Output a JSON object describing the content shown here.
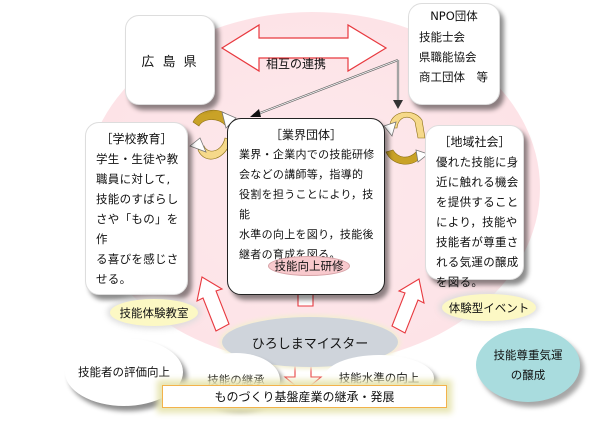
{
  "diagram": {
    "prefecture": {
      "label": "広 島 県"
    },
    "npo": {
      "title": "NPO団体",
      "lines": [
        "技能士会",
        "県職能協会",
        "商工団体　等"
      ]
    },
    "mutual_link": {
      "label": "相互の連携"
    },
    "school": {
      "heading": "［学校教育］",
      "lines": [
        "学生・生徒や教",
        "職員に対して,",
        "技能のすばらし",
        "さや「もの」を作",
        "る喜びを感じさ",
        "せる。"
      ]
    },
    "industry": {
      "heading": "［業界団体］",
      "lines": [
        "業界・企業内での技能研修",
        "会などの講師等，指導的",
        "役割を担うことにより，技能",
        "水準の向上を図り，技能後",
        "継者の育成を図る。"
      ],
      "badge": "技能向上研修"
    },
    "community": {
      "heading": "［地域社会］",
      "lines": [
        "優れた技能に身",
        "近に触れる機会",
        "を提供すること",
        "により，技能や",
        "技能者が尊重さ",
        "れる気運の醸成",
        "を図る。"
      ]
    },
    "program_school": {
      "label": "技能体験教室"
    },
    "program_community": {
      "label": "体験型イベント"
    },
    "meister": {
      "label": "ひろしまマイスター"
    },
    "outcomes": [
      {
        "label": "技能者の評価向上"
      },
      {
        "label": "技能の継承"
      },
      {
        "label": "技能水準の向上"
      }
    ],
    "respect": {
      "lines": [
        "技能尊重気運",
        "の醸成"
      ]
    },
    "result": {
      "label": "ものづくり基盤産業の継承・発展"
    },
    "colors": {
      "background_circle": "#fde3e7",
      "arrow_outline": "#e8393f",
      "cycle_gold": "#c9a227",
      "cycle_light": "#f6d98a",
      "meister_fill": "#cfd4db",
      "program_fill": "#fcf8c4",
      "respect_fill": "#a9dcde",
      "badge_fill": "#f8c9cd",
      "result_border": "#f3b24b"
    }
  }
}
